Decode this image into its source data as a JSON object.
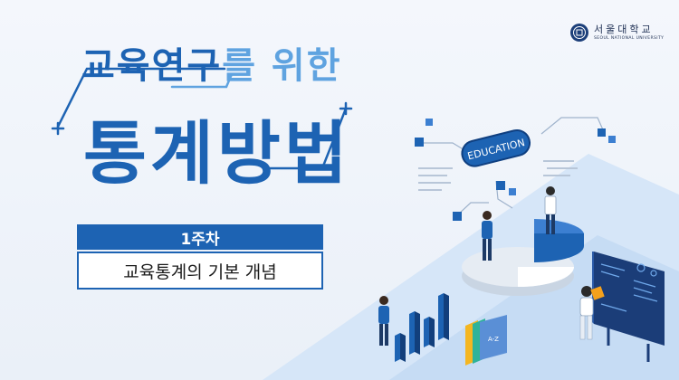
{
  "brand": {
    "name": "서울대학교",
    "subtitle": "SEOUL NATIONAL UNIVERSITY"
  },
  "title": {
    "line1_part1": "교육연구",
    "line1_part2": "를 위한",
    "line2": "통계방법"
  },
  "week_label": "1주차",
  "topic": "교육통계의 기본 개념",
  "illustration": {
    "sign_text": "EDUCATION",
    "book_text": "A-Z"
  },
  "colors": {
    "primary": "#1d63b3",
    "accent": "#5fa3e0",
    "background": "#f1f5fb"
  }
}
